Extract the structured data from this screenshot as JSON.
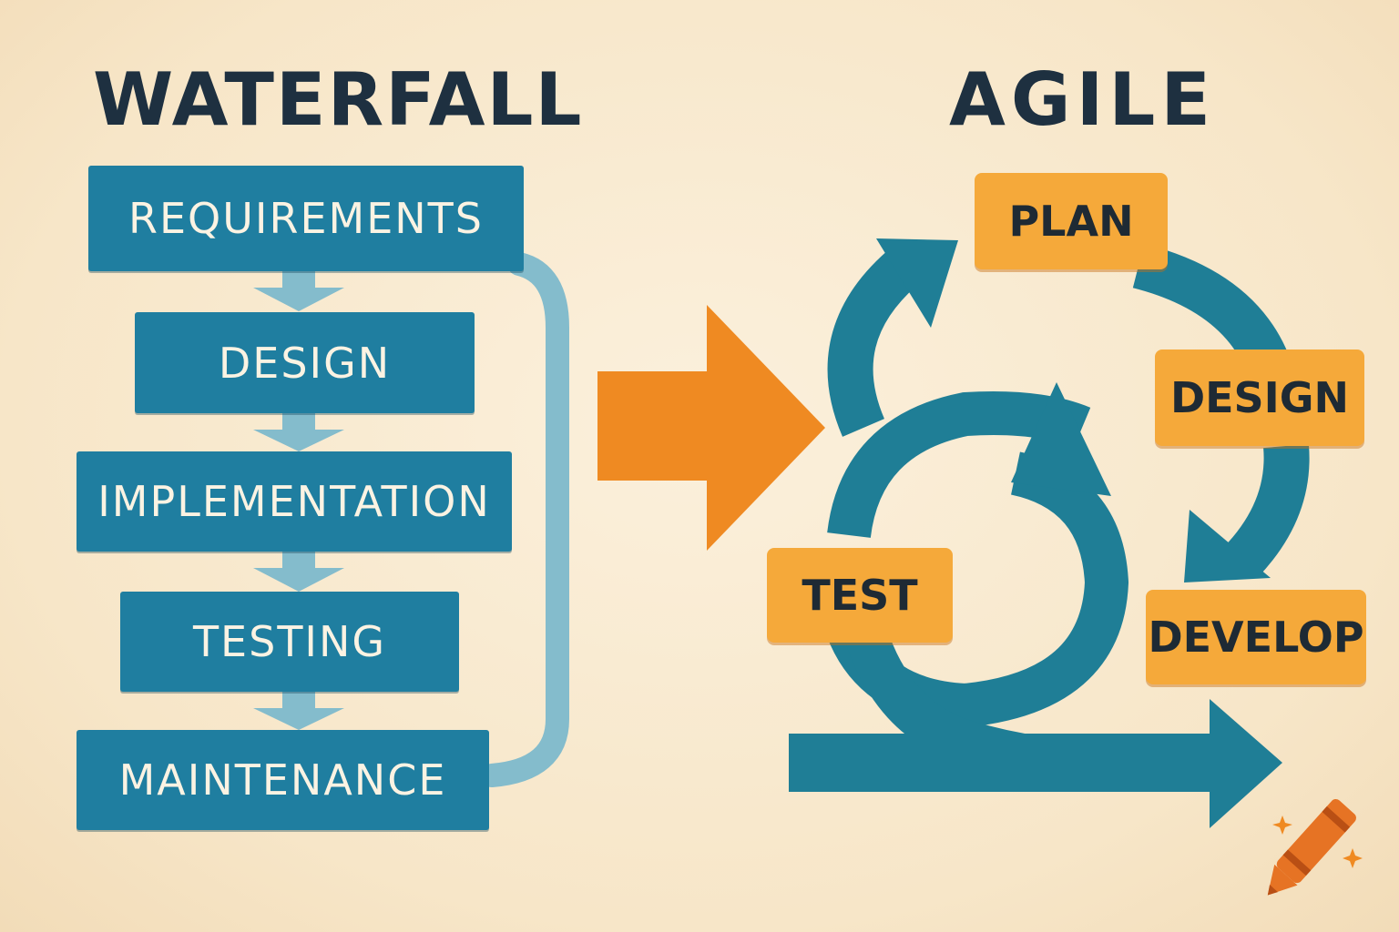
{
  "waterfall": {
    "title": "WATERFALL",
    "stages": [
      "REQUIREMENTS",
      "DESIGN",
      "IMPLEMENTATION",
      "TESTING",
      "MAINTENANCE"
    ]
  },
  "agile": {
    "title": "AGILE",
    "steps": {
      "plan": "PLAN",
      "design": "DESIGN",
      "develop": "DEVELOP",
      "test": "TEST"
    }
  },
  "colors": {
    "background": "#f7e6c8",
    "waterfall_box": "#1f7ea0",
    "connector": "#84bccc",
    "agile_arrow": "#1f7e96",
    "agile_box": "#f5a93a",
    "transition_arrow": "#ef8a22",
    "title": "#1e3040"
  },
  "icons": [
    "crayon-icon",
    "sparkle-icon"
  ]
}
